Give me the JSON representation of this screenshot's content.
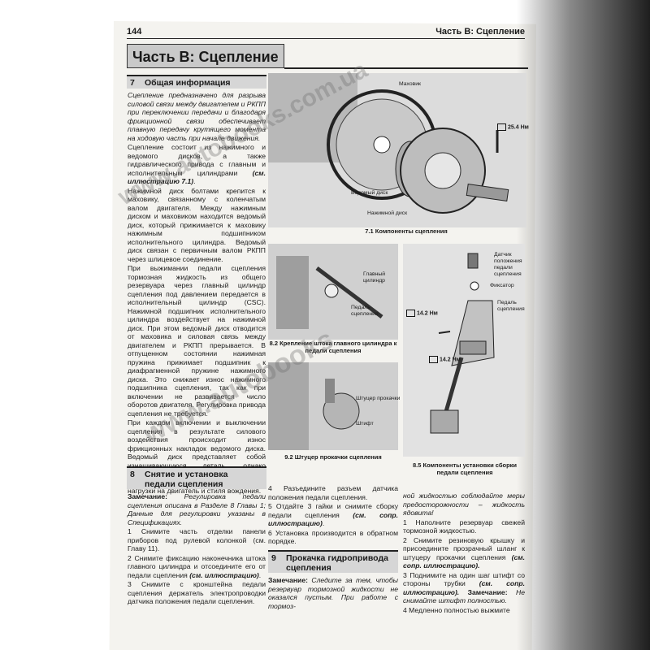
{
  "header": {
    "page_number": "144",
    "running_title": "Часть B: Сцепление"
  },
  "chapter_title": "Часть B: Сцепление",
  "section7": {
    "number": "7",
    "title": "Общая информация",
    "paragraphs": [
      {
        "type": "it",
        "text": "Сцепление предназначено для разрыва силовой связи между двигателем и РКПП при переключении передачи и благодаря фрикционной связи обеспечивает плавную передачу крутящего момента на ходовую часть при начале движения."
      },
      {
        "type": "mix",
        "text": "Сцепление состоит из нажимного и ведомого дисков, а также гидравлического привода с главным и исполнительным цилиндрами",
        "ref": "(см. иллюстрацию 7.1)",
        "tail": "."
      },
      {
        "type": "plain",
        "text": "Нажимной диск болтами крепится к маховику, связанному с коленчатым валом двигателя. Между нажимным диском и маховиком находится ведомый диск, который прижимается к маховику нажимным подшипником исполнительного цилиндра. Ведомый диск связан с первичным валом РКПП через шлицевое соединение."
      },
      {
        "type": "plain",
        "text": "При выжимании педали сцепления тормозная жидкость из общего резервуара через главный цилиндр сцепления под давлением передается в исполнительный цилиндр (CSC). Нажимной подшипник исполнительного цилиндра воздействует на нажимной диск. При этом ведомый диск отводится от маховика и силовая связь между двигателем и РКПП прерывается. В отпущенном состоянии нажимная пружина прижимает подшипник к диафрагменной пружине нажимного диска. Это снижает износ нажимного подшипника сцепления, так как при включении не развивается число оборотов двигателя. Регулировка привода сцепления не требуется."
      },
      {
        "type": "plain",
        "text": "При каждом включении и выключении сцепления в результате силового воздействия происходит износ фрикционных накладок ведомого диска. Ведомый диск представляет собой изнашивающуюся деталь, однако средний срок его службы довольно большой и зависит в основном от нагрузки на двигатель и стиля вождения."
      }
    ]
  },
  "section8": {
    "number": "8",
    "title": "Снятие и установка педали сцепления",
    "note_label": "Замечание:",
    "note_text": "Регулировка педали сцепления описана в Разделе 8 Главы 1; Данные для регулировки указаны в Спецификациях.",
    "steps": [
      "1 Снимите часть отделки панели приборов под рулевой колонкой (см. Главу 11).",
      "2 Снимите фиксацию наконечника штока главного цилиндра и отсоедините его от педали сцепления",
      "3 Снимите с кронштейна педали сцепления держатель электропроводки датчика положения педали сцепления."
    ],
    "step2_ref": "(см. иллюстрацию)",
    "steps_col2": [
      "4 Разъедините разъем датчика положения педали сцепления.",
      "5 Отдайте 3 гайки и снимите сборку педали сцепления",
      "6 Установка производится в обратном порядке."
    ],
    "step5_ref": "(см. сопр. иллюстрацию)"
  },
  "section9": {
    "number": "9",
    "title": "Прокачка гидропривода сцепления",
    "note_label": "Замечание:",
    "note_text": "Следите за тем, чтобы резервуар тормозной жидкости не оказался пустым. При работе с тормоз-"
  },
  "col3": {
    "lines": [
      "ной жидкостью соблюдайте меры предосторожности – жидкость ядовита!",
      "1 Наполните резервуар свежей тормозной жидкостью.",
      "2 Снимите резиновую крышку и присоедините прозрачный шланг к штуцеру прокачки сцепления",
      "3 Поднимите на один шаг штифт со стороны трубки",
      "4 Медленно полностью выжмите"
    ],
    "ref2": "(см. сопр. иллюстрацию).",
    "ref3": "(см. сопр. иллюстрацию).",
    "note3_label": "Замечание:",
    "note3_text": "Не снимайте штифт полностью."
  },
  "figures": {
    "f71": {
      "caption": "7.1 Компоненты сцепления",
      "labels": {
        "flywheel": "Маховик",
        "driven": "Ведомый диск",
        "pressure": "Нажимной диск"
      },
      "torque": "25.4 Нм"
    },
    "f82": {
      "caption": "8.2 Крепление штока главного цилиндра к педали сцепления",
      "labels": {
        "master": "Главный цилиндр",
        "pedal": "Педаль сцепления"
      }
    },
    "f85": {
      "caption": "8.5 Компоненты установки сборки педали сцепления",
      "labels": {
        "sensor": "Датчик положения педали сцепления",
        "clip": "Фиксатор",
        "pedal": "Педаль сцепления"
      },
      "torque1": "14.2 Нм",
      "torque2": "14.2 Нм"
    },
    "f92": {
      "caption": "9.2 Штуцер прокачки сцепления",
      "labels": {
        "nipple": "Штуцер прокачки",
        "pin": "Штифт"
      }
    }
  },
  "watermark": {
    "line1": "www.autobooks.com.ua",
    "line2": "www.autobooks"
  }
}
